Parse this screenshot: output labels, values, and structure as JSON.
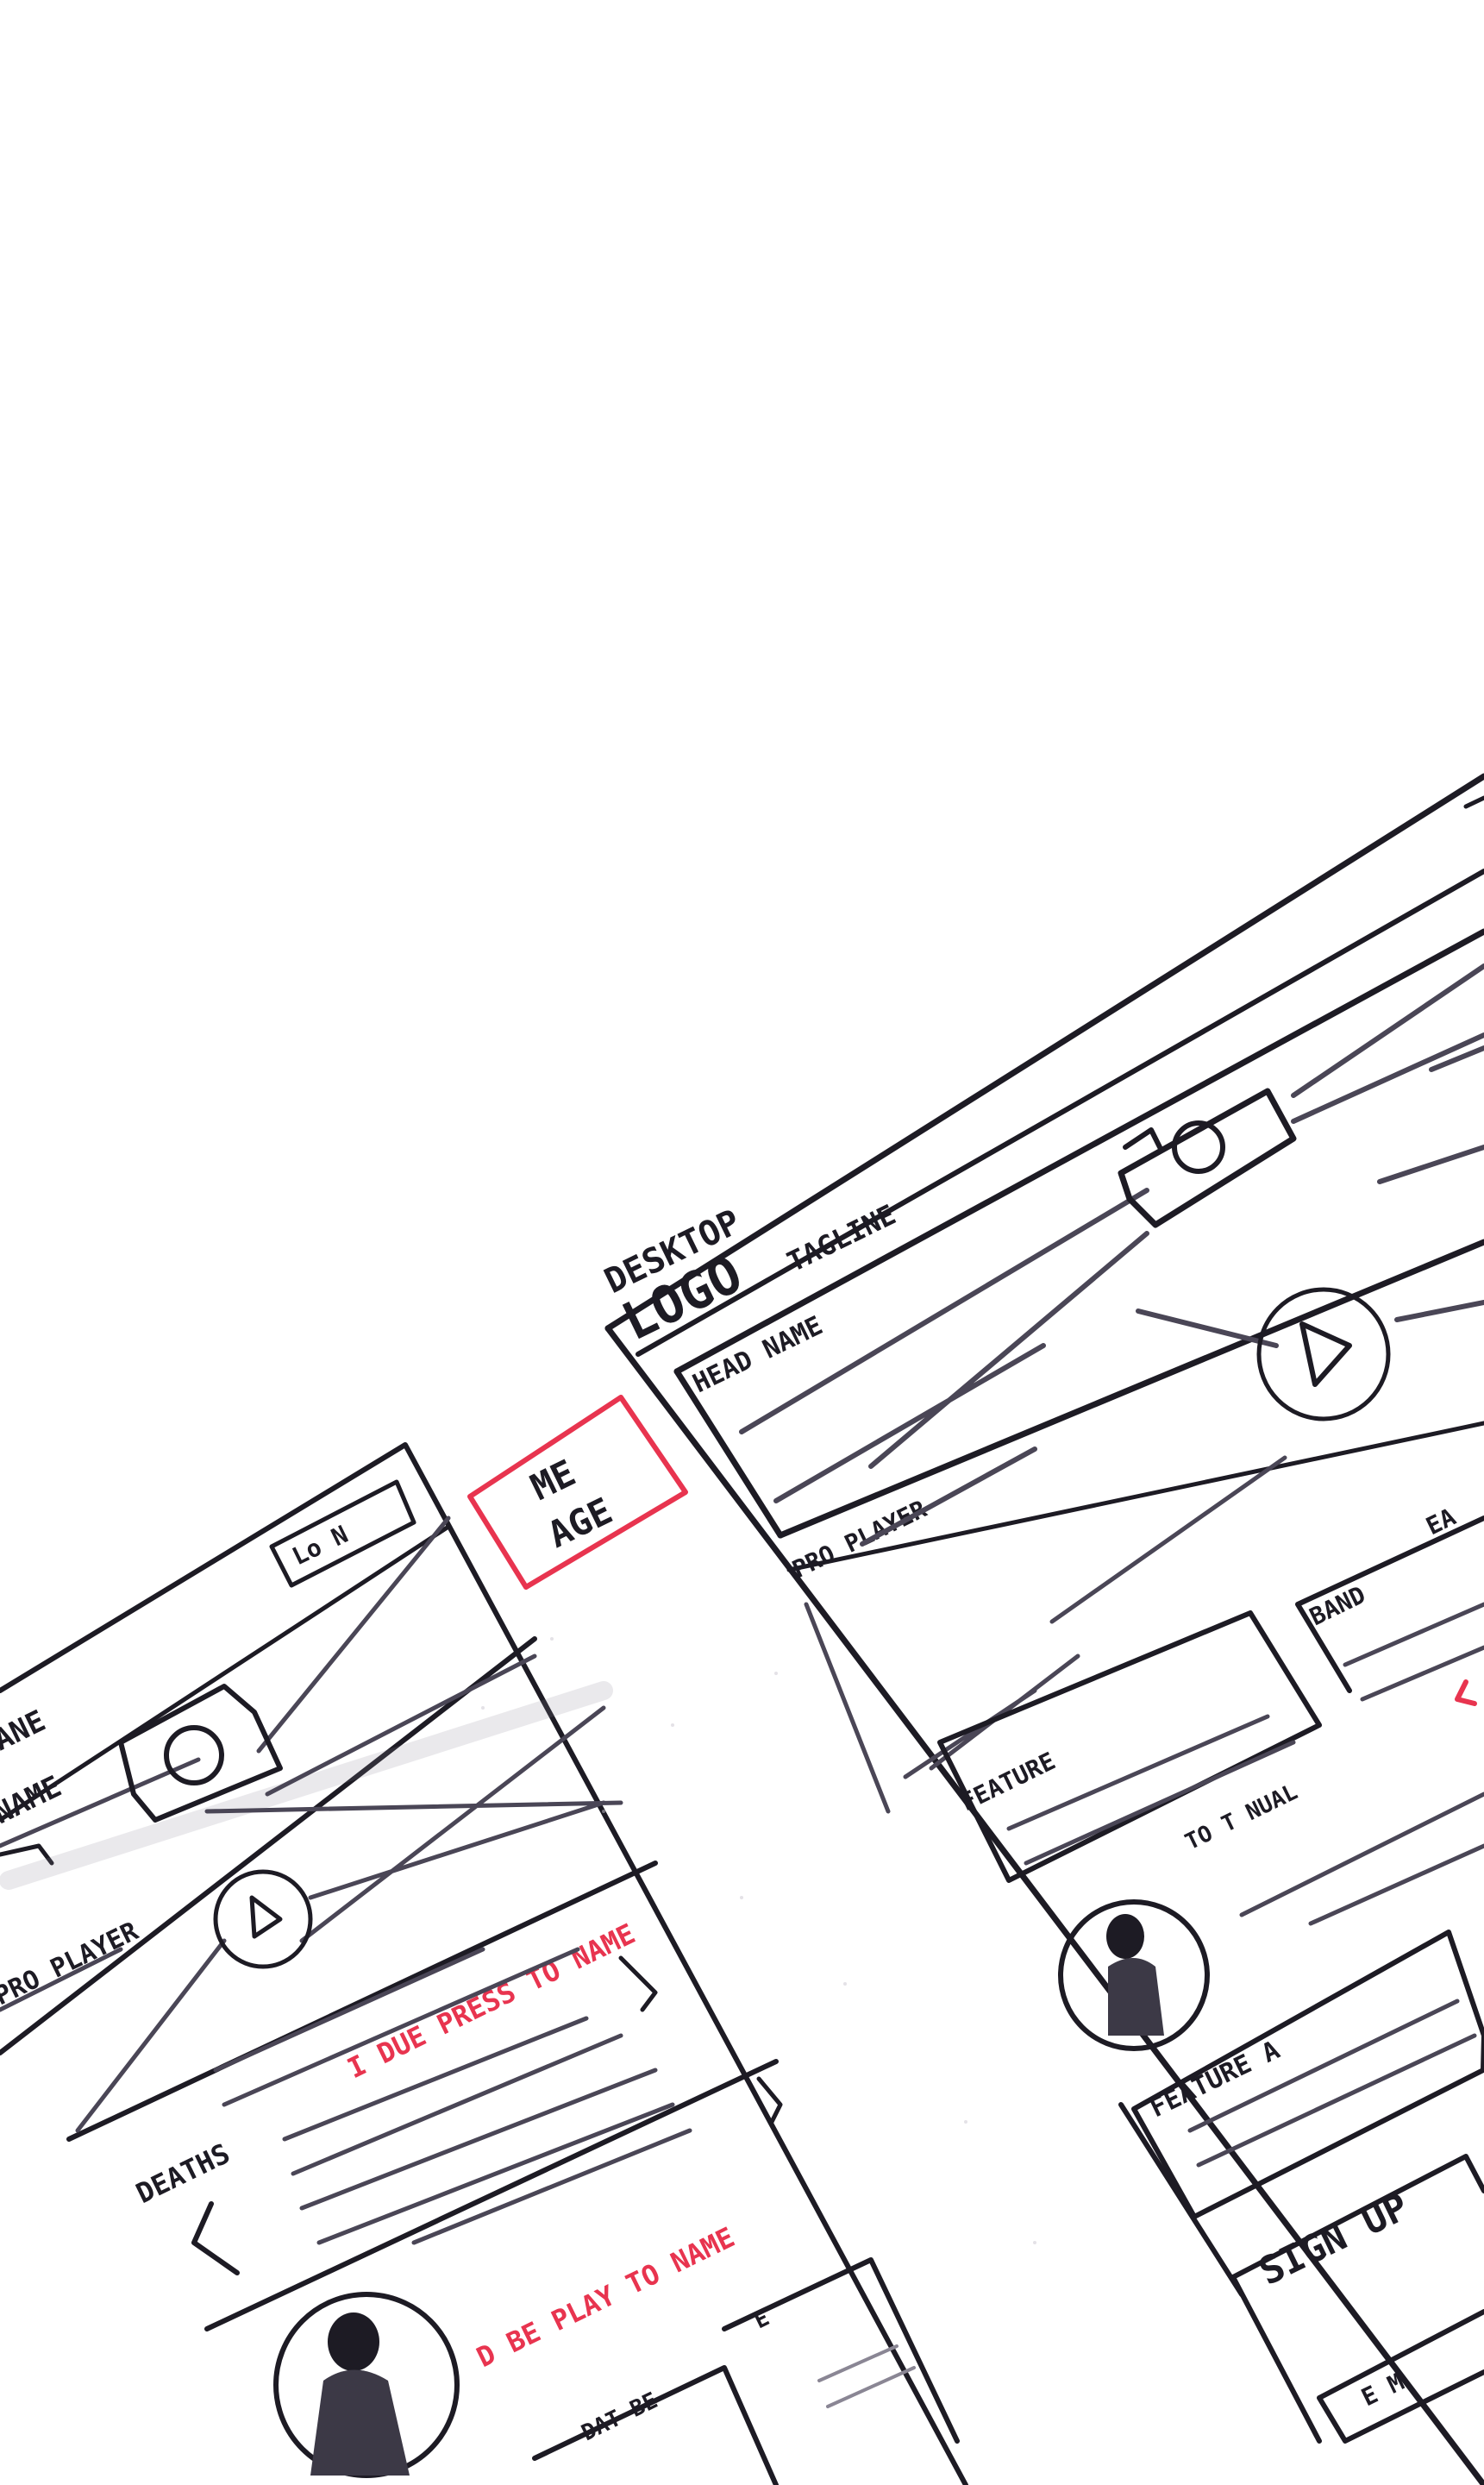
{
  "mobile": {
    "login_label": "Lo N",
    "brand_label": "ANE",
    "hero_label": "NAME",
    "hero_caption": "PRO PLAYER",
    "red_note_1": "I DUE PRESS TO NAME",
    "section_label": "DEATHS",
    "red_note_2": "D BE PLAY TO NAME",
    "card_1_label": "DAT BE",
    "card_2_label": "E"
  },
  "message_note": {
    "line_1": "ME",
    "line_2": "AGE"
  },
  "desktop": {
    "title": "DESKTOP",
    "logo": "LOGO",
    "tagline": "TAGLINE",
    "hero_label": "HEAD NAME",
    "hero_caption": "PRO PLAYER",
    "card_label": "FEATURE",
    "card_2_label": "BAND",
    "card_3_label": "EA",
    "side_note": "TO T NUAL",
    "feature_label": "FEATURE A",
    "signup_label": "SIGN UP",
    "signup_button": "E M"
  }
}
